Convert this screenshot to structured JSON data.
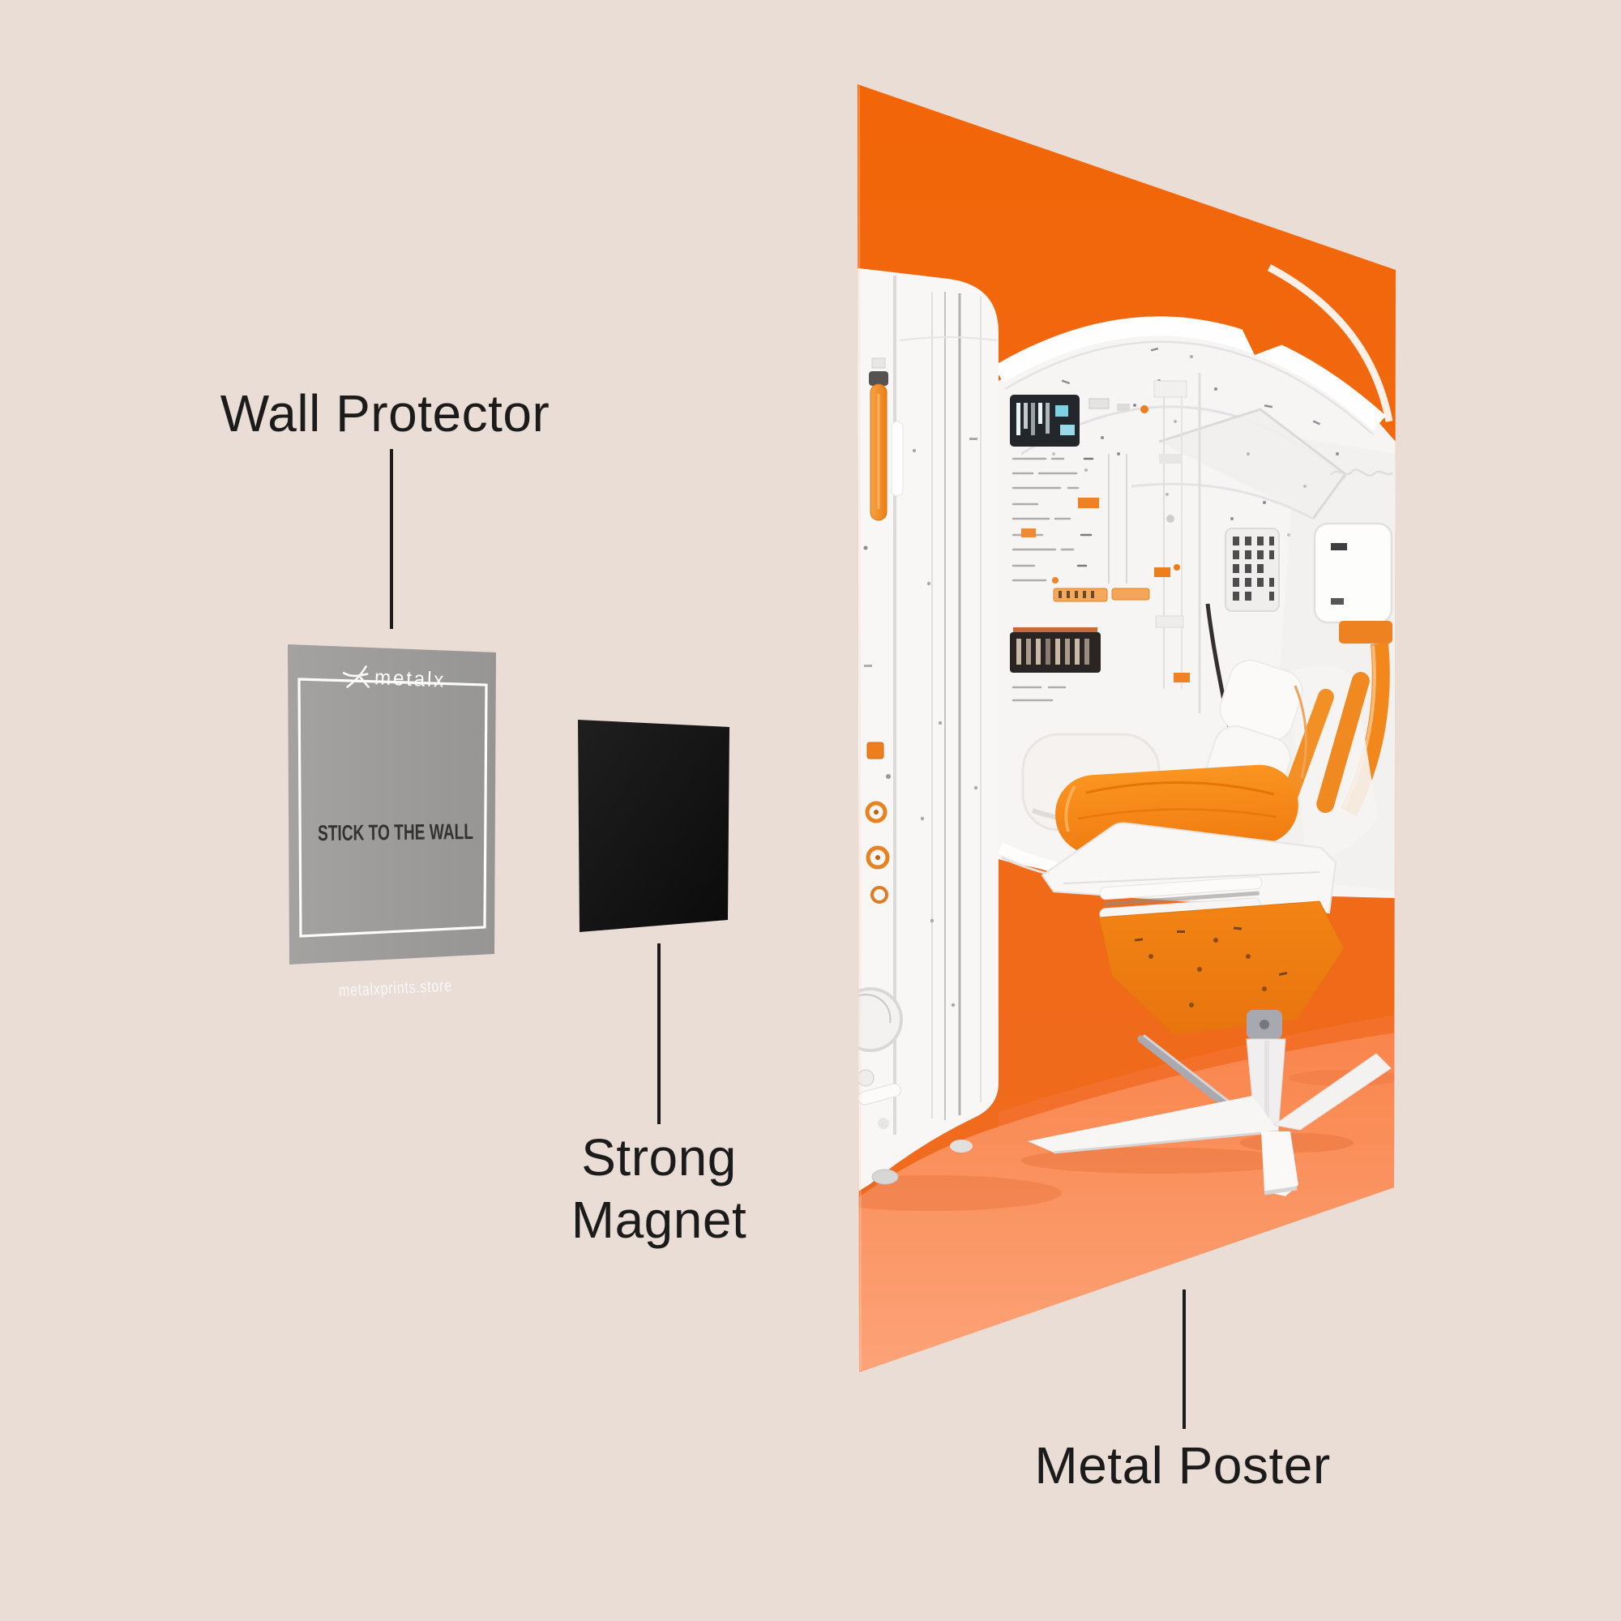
{
  "annotations": {
    "wall_protector": {
      "label": "Wall Protector"
    },
    "strong_magnet": {
      "label": "Strong Magnet"
    },
    "metal_poster": {
      "label": "Metal Poster"
    }
  },
  "wall_protector_card": {
    "brand": "metalx",
    "message": "STICK TO THE WALL",
    "website": "metalxprints.store"
  },
  "colors": {
    "background": "#EADDD5",
    "label_text": "#1B1B1B",
    "connector_line": "#1A1A1A",
    "card_gray": "#9B9B9A",
    "card_message_text": "#333333",
    "card_light_text": "#FBFBFB",
    "magnet_black": "#141414",
    "poster_wall_orange": "#F26608",
    "poster_floor_salmon": "#FB9362",
    "poster_accent_orange": "#EE7D1E",
    "poster_white": "#F8F7F6"
  }
}
